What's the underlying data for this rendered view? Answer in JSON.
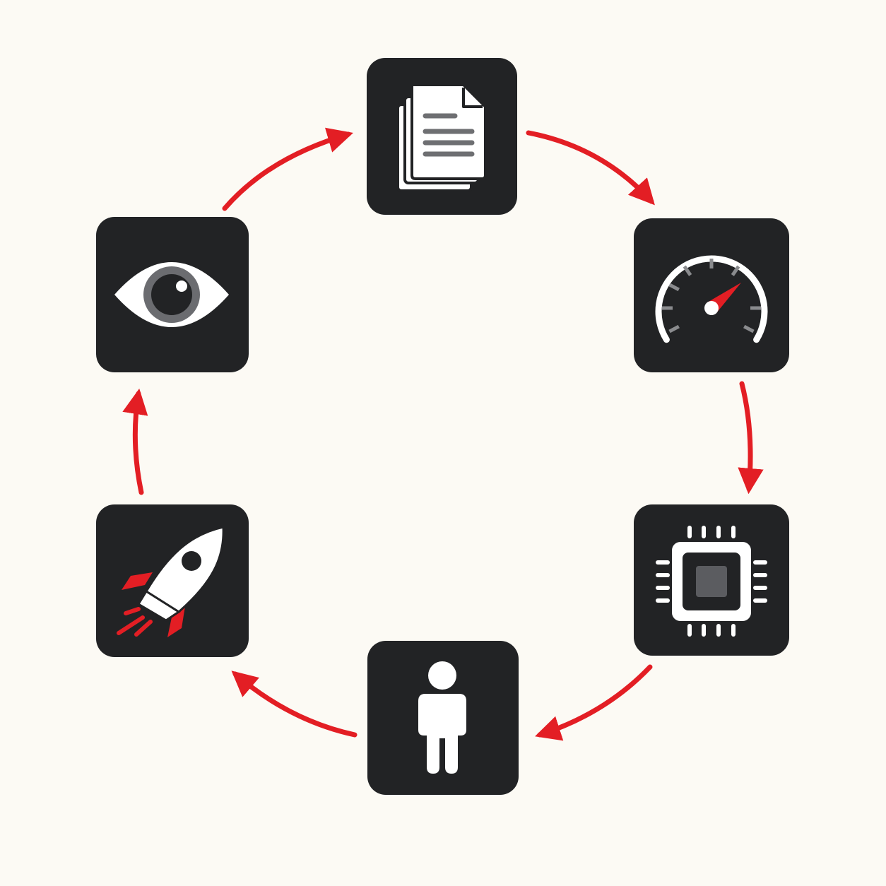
{
  "diagram": {
    "type": "cycle",
    "background": "#fcfaf4",
    "tile_color": "#222325",
    "arrow_color": "#e31e24",
    "accent_color": "#e31e24",
    "nodes": [
      {
        "id": "documents",
        "icon": "documents-icon"
      },
      {
        "id": "speedometer",
        "icon": "speedometer-icon"
      },
      {
        "id": "chip",
        "icon": "chip-icon"
      },
      {
        "id": "person",
        "icon": "person-icon"
      },
      {
        "id": "rocket",
        "icon": "rocket-icon"
      },
      {
        "id": "eye",
        "icon": "eye-icon"
      }
    ],
    "edges": [
      {
        "from": "documents",
        "to": "speedometer"
      },
      {
        "from": "speedometer",
        "to": "chip"
      },
      {
        "from": "chip",
        "to": "person"
      },
      {
        "from": "person",
        "to": "rocket"
      },
      {
        "from": "rocket",
        "to": "eye"
      },
      {
        "from": "eye",
        "to": "documents"
      }
    ]
  }
}
